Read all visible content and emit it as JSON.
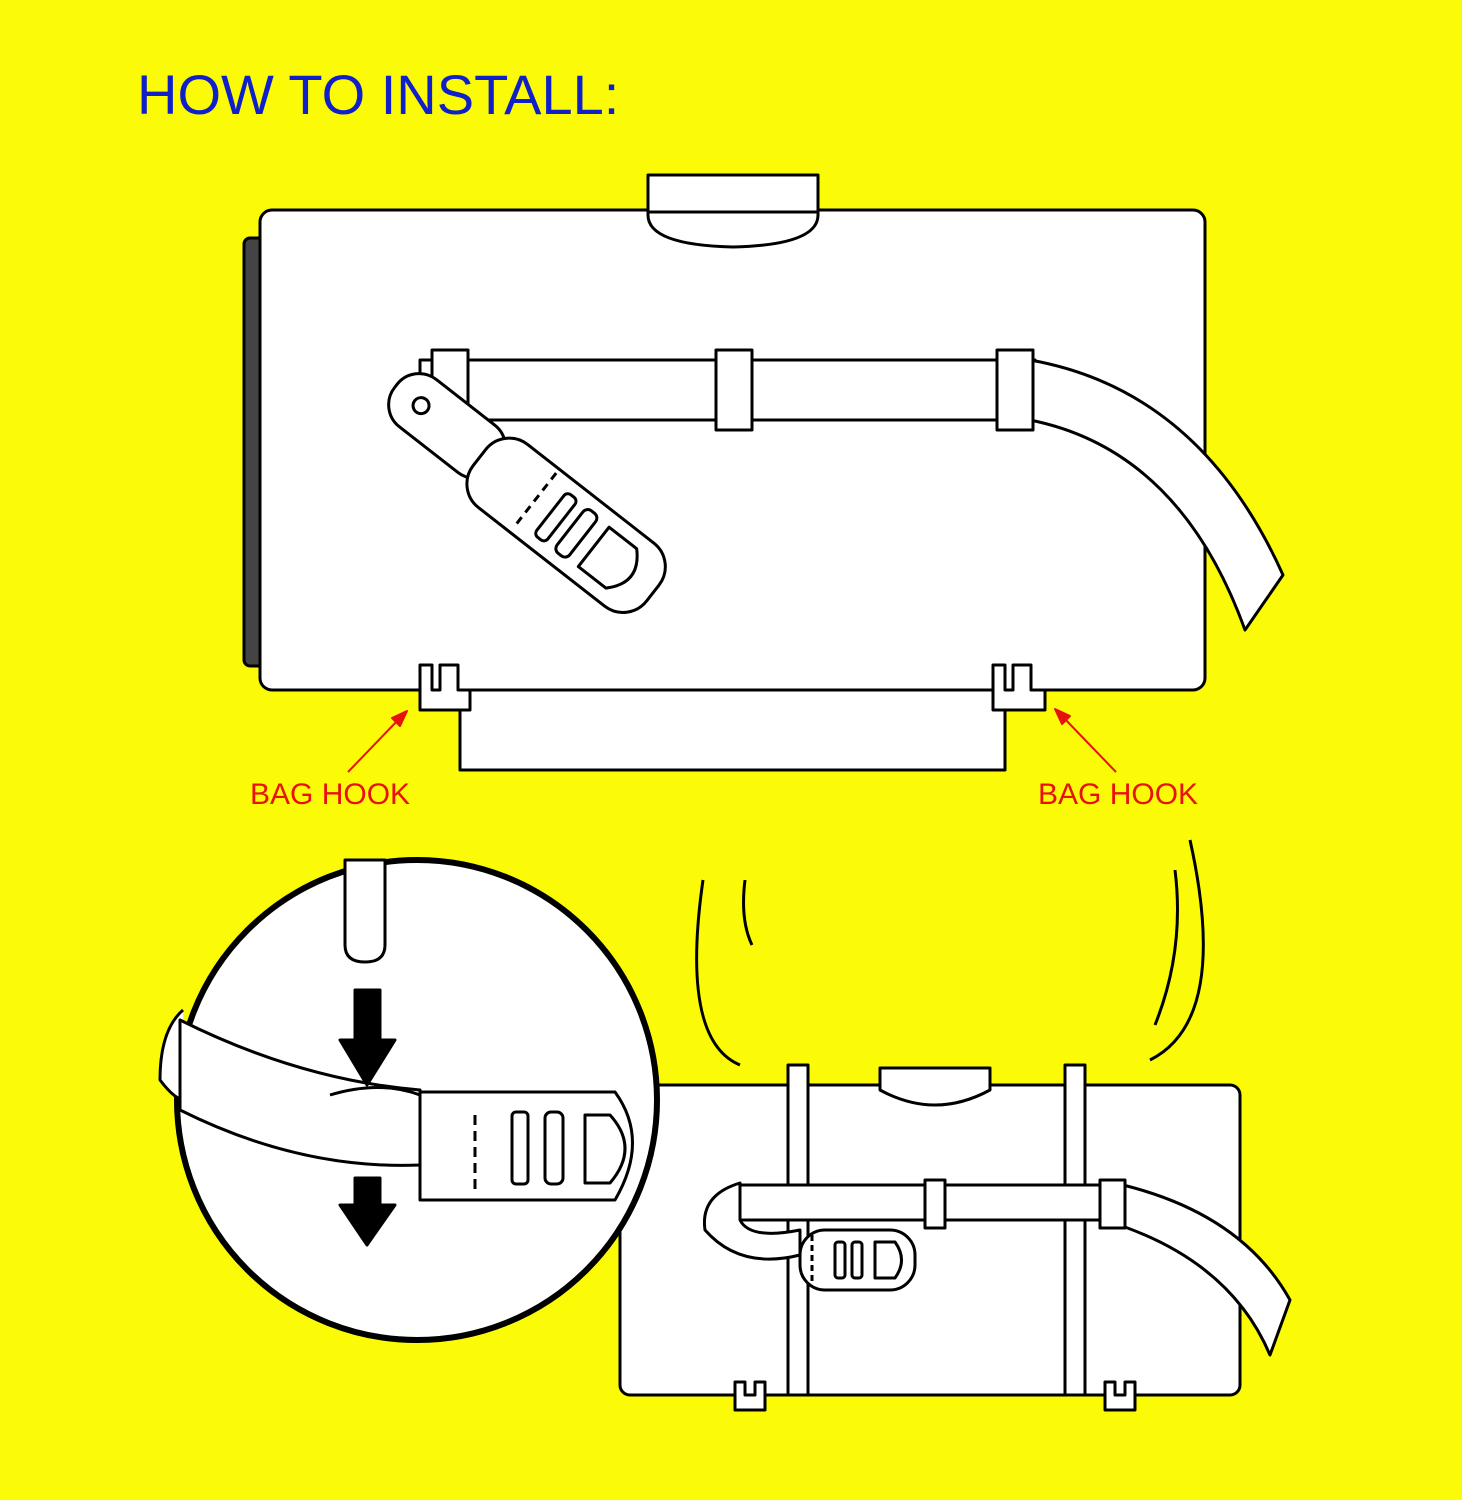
{
  "title": "HOW TO INSTALL:",
  "labels": {
    "left_hook": "BAG HOOK",
    "right_hook": "BAG HOOK"
  },
  "colors": {
    "background": "#fbfb08",
    "title": "#1020c8",
    "label": "#e8120c",
    "outline": "#000000",
    "fill": "#ffffff"
  }
}
